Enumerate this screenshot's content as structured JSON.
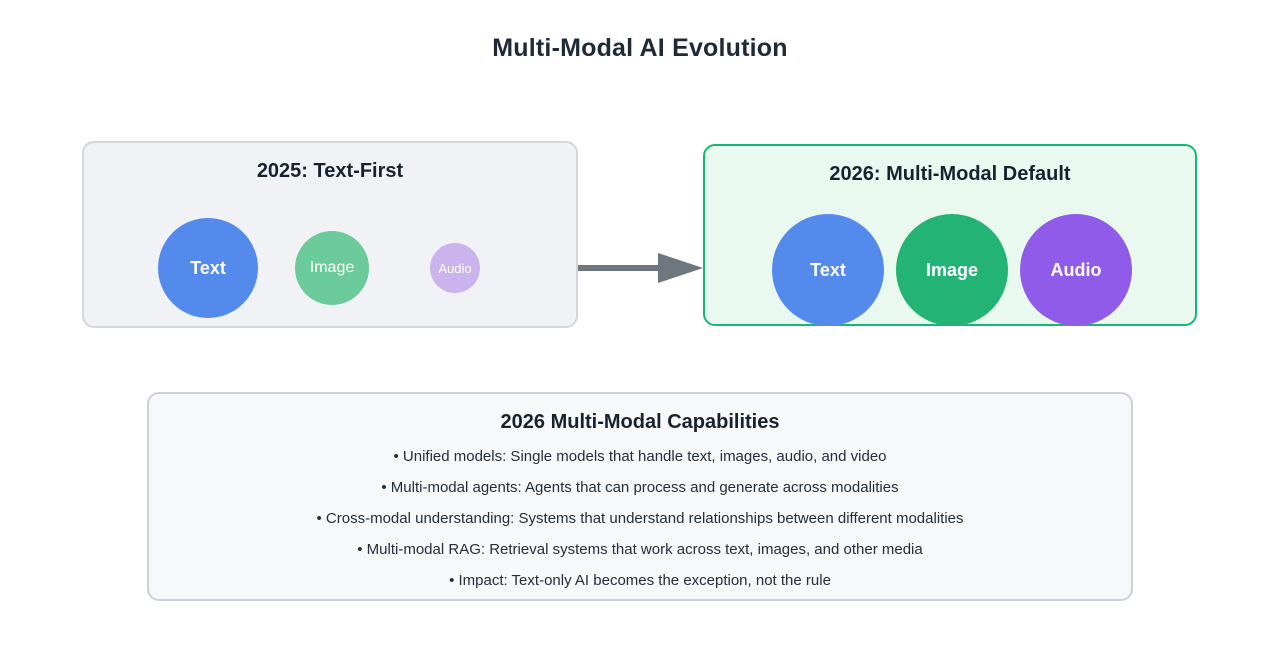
{
  "page": {
    "title": "Multi-Modal AI Evolution"
  },
  "colors": {
    "title_text": "#1f2a37",
    "stage1_bg": "#f1f2f5",
    "stage1_border": "#d3d6dd",
    "stage2_bg": "#eaf9f0",
    "stage2_border": "#14b872",
    "arrow": "#6e7680",
    "capabilities_bg": "#f7f8fa",
    "capabilities_border": "#ccd0d8",
    "circle_blue": "#548aec",
    "circle_green_muted": "#6bcb9b",
    "circle_lavender": "#cbb3ee",
    "circle_emerald": "#23b375",
    "circle_purple": "#8f5be8"
  },
  "stage_2025": {
    "title": "2025: Text-First",
    "circles": [
      {
        "label": "Text",
        "color": "#548aec"
      },
      {
        "label": "Image",
        "color": "#6bcb9b"
      },
      {
        "label": "Audio",
        "color": "#cbb3ee"
      }
    ]
  },
  "stage_2026": {
    "title": "2026: Multi-Modal Default",
    "circles": [
      {
        "label": "Text",
        "color": "#548aec"
      },
      {
        "label": "Image",
        "color": "#23b375"
      },
      {
        "label": "Audio",
        "color": "#8f5be8"
      }
    ]
  },
  "capabilities": {
    "title": "2026 Multi-Modal Capabilities",
    "items": [
      "• Unified models: Single models that handle text, images, audio, and video",
      "• Multi-modal agents: Agents that can process and generate across modalities",
      "• Cross-modal understanding: Systems that understand relationships between different modalities",
      "• Multi-modal RAG: Retrieval systems that work across text, images, and other media",
      "• Impact: Text-only AI becomes the exception, not the rule"
    ]
  }
}
